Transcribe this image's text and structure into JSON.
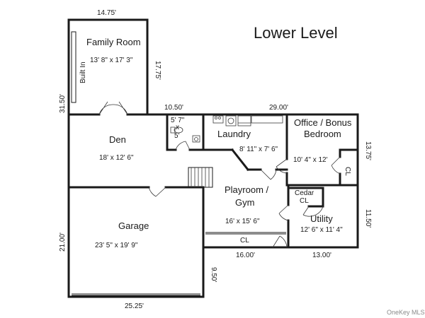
{
  "title": "Lower Level",
  "watermark": "OneKey MLS",
  "rooms": {
    "family_room": {
      "name": "Family Room",
      "size": "13' 8\" x 17' 3\""
    },
    "den": {
      "name": "Den",
      "size": "18' x 12' 6\""
    },
    "bath": {
      "line1": "5' 7\"",
      "line2": "x",
      "line3": "5'"
    },
    "laundry": {
      "name": "Laundry",
      "size": "8' 11\" x 7' 6\""
    },
    "office": {
      "name_line1": "Office / Bonus",
      "name_line2": "Bedroom",
      "size": "10' 4\" x 12'"
    },
    "playroom": {
      "name_line1": "Playroom /",
      "name_line2": "Gym",
      "size": "16' x 15' 6\""
    },
    "cedar": {
      "line1": "Cedar",
      "line2": "CL"
    },
    "utility": {
      "name": "Utility",
      "size": "12' 6\" x 11' 4\""
    },
    "garage": {
      "name": "Garage",
      "size": "23' 5\" x 19' 9\""
    }
  },
  "labels": {
    "built_in": "Built In",
    "closet_office": "CL",
    "closet_playroom": "CL"
  },
  "dimensions": {
    "top_family": "14.75'",
    "right_family": "17.75'",
    "left_upper": "31.50'",
    "mid_top": "10.50'",
    "top_right": "29.00'",
    "right_office": "13.75'",
    "right_utility": "11.50'",
    "left_garage": "21.00'",
    "bottom_playroom": "16.00'",
    "bottom_utility": "13.00'",
    "garage_step": "9.50'",
    "bottom_garage": "25.25'"
  }
}
